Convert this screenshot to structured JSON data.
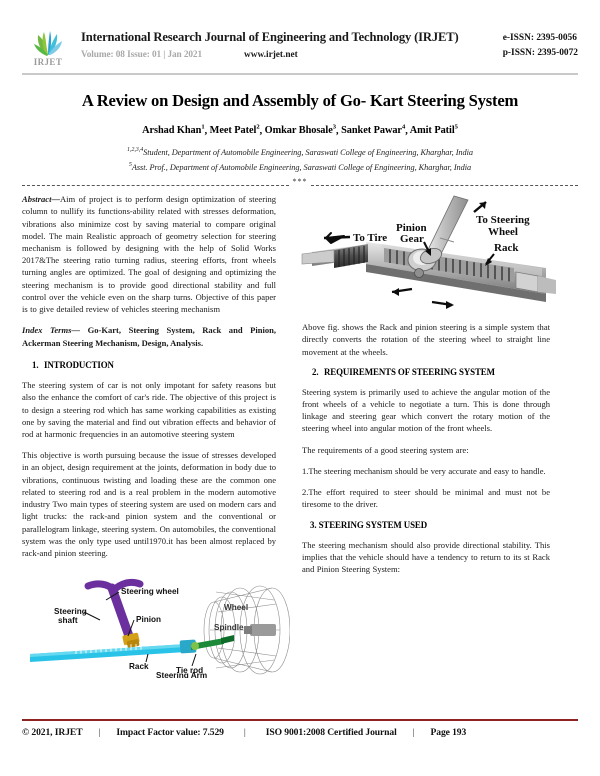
{
  "header": {
    "logo_word": "IRJET",
    "logo_icon": "irjet-fan-logo",
    "journal_title": "International Research Journal of Engineering and Technology (IRJET)",
    "volume_line": "Volume: 08 Issue: 01 | Jan 2021",
    "website": "www.irjet.net",
    "e_issn": "e-ISSN: 2395-0056",
    "p_issn": "p-ISSN: 2395-0072"
  },
  "title": "A Review on Design and Assembly of Go- Kart Steering System",
  "authors": [
    {
      "name": "Arshad Khan",
      "sup": "1"
    },
    {
      "name": "Meet Patel",
      "sup": "2"
    },
    {
      "name": "Omkar Bhosale",
      "sup": "3"
    },
    {
      "name": "Sanket Pawar",
      "sup": "4"
    },
    {
      "name": "Amit Patil",
      "sup": "5"
    }
  ],
  "affiliations": [
    {
      "sup": "1,2,3,4",
      "text": "Student, Department of Automobile Engineering, Saraswati College of Engineering, Kharghar, India"
    },
    {
      "sup": "5",
      "text": "Asst. Prof., Department of Automobile Engineering, Saraswati College of Engineering, Kharghar, India"
    }
  ],
  "separator_stars": "***",
  "left_column": {
    "abstract_label": "Abstract",
    "abstract_dash": "—",
    "abstract_text": "Aim of project is to perform design optimization of steering column to nullify its functions-ability related with stresses deformation, vibrations also minimize cost by saving material to compare original model. The main Realistic approach of geometry selection for steering mechanism is followed by designing with the help of Solid Works 2017&The steering ratio turning radius, steering efforts, front wheels turning angles are optimized. The goal of designing and optimizing the steering mechanism is to provide good directional stability and full control over the vehicle even on the sharp turns. Objective of this paper is to give detailed review of vehicles steering mechanism",
    "index_terms_label": "Index Terms—",
    "index_terms_text": " Go-Kart, Steering System, Rack and Pinion, Ackerman Steering Mechanism, Design, Analysis.",
    "section1_num": "1.",
    "section1_title": "INTRODUCTION",
    "para1": "The steering system of car is not only impotant for safety reasons but also the enhance the comfort of car's ride. The objective of this project is to design a steering rod which has same working capabilities as existing one by saving the material and find out vibration effects and behavior of rod at harmonic frequencies in an automotive steering system",
    "para2": "This objective is worth pursuing because the issue of stresses developed in an object, design requirement at the joints, deformation in body due to vibrations, continuous twisting and loading these are the common one related to steering rod and is a real problem in the modern automotive industry Two main types of steering system are used on modern cars and light trucks: the rack-and pinion system and the conventional or parallelogram linkage, steering system. On automobiles, the conventional system was the only type used until1970.it has been almost replaced by rack-and pinion steering."
  },
  "right_column": {
    "para_above_fig": "Above fig. shows the Rack and pinion steering is a simple system that directly converts the rotation of the steering wheel to straight line movement at the wheels.",
    "section2_num": "2.",
    "section2_title": "REQUIREMENTS OF STEERING SYSTEM",
    "para1": " Steering system is primarily used to achieve the angular motion of the front wheels of a vehicle to negotiate a turn. This is done through linkage and steering gear which convert the rotary motion of the steering wheel into angular motion of the front wheels.",
    "para2": "The requirements of a good steering system are:",
    "para3": "1.The steering mechanism should be very accurate and easy to handle.",
    "para4": "2.The effort required to steer should be minimal and must not be tiresome to the driver.",
    "section3_title": "3. STEERING SYSTEM USED",
    "para5": "The steering mechanism should also provide directional stability. This implies that the vehicle should have a tendency to return to its st Rack and Pinion Steering System:"
  },
  "figure_rack": {
    "name": "rack-and-pinion-steering-diagram",
    "labels": {
      "to_tire": "To Tire",
      "pinion_gear_line1": "Pinion",
      "pinion_gear_line2": "Gear",
      "to_steering_wheel_line1": "To Steering",
      "to_steering_wheel_line2": "Wheel",
      "rack": "Rack"
    }
  },
  "figure_wheel": {
    "name": "steering-linkage-diagram",
    "labels": {
      "steering_wheel": "Steering wheel",
      "steering_shaft_line1": "Steering",
      "steering_shaft_line2": "shaft",
      "pinion": "Pinion",
      "rack": "Rack",
      "tie_rod": "Tie rod",
      "steering_arm": "Steering Arm",
      "wheel": "Wheel",
      "spindle": "Spindle"
    }
  },
  "footer": {
    "copyright": "© 2021, IRJET",
    "impact_factor": "Impact Factor value: 7.529",
    "certification": "ISO 9001:2008 Certified Journal",
    "page": "Page 193",
    "divider": "|",
    "rule_color": "#8c2222"
  }
}
